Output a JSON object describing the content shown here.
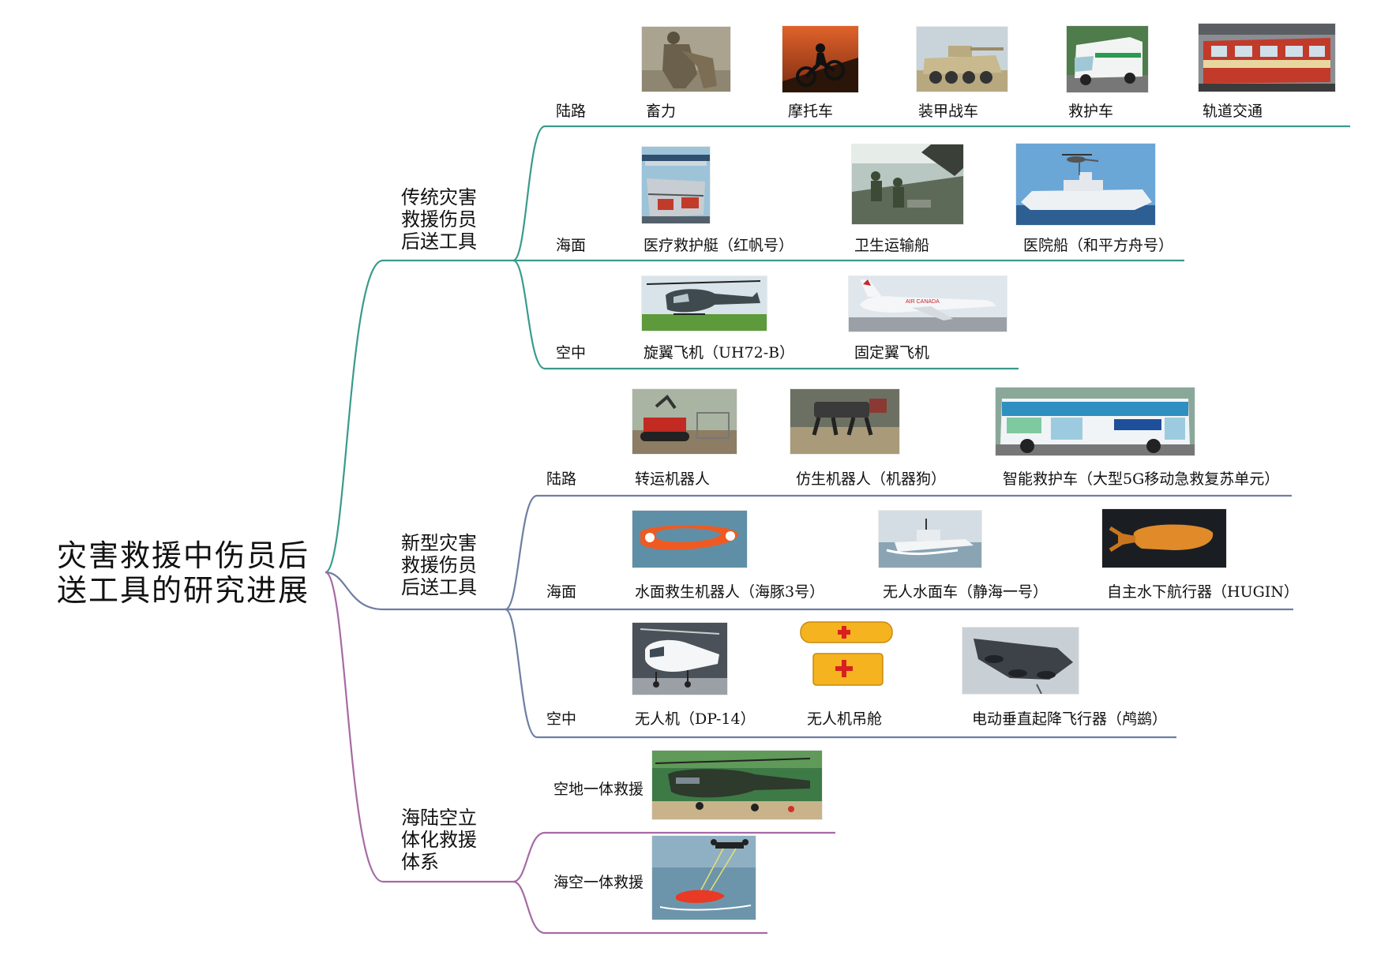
{
  "diagram": {
    "root": {
      "line1": "灾害救援中伤员后",
      "line2": "送工具的研究进展"
    },
    "categories": [
      {
        "lines": [
          "传统灾害",
          "救援伤员",
          "后送工具"
        ],
        "color": "#3a9a8c",
        "groups": [
          {
            "label": "陆路",
            "items": [
              {
                "caption": "畜力",
                "icon": "soldiers-carrying-photo"
              },
              {
                "caption": "摩托车",
                "icon": "motorcycle-photo"
              },
              {
                "caption": "装甲战车",
                "icon": "armored-vehicle-photo"
              },
              {
                "caption": "救护车",
                "icon": "ambulance-photo"
              },
              {
                "caption": "轨道交通",
                "icon": "train-photo"
              }
            ]
          },
          {
            "label": "海面",
            "items": [
              {
                "caption": "医疗救护艇（红帆号）",
                "icon": "rescue-boat-photo"
              },
              {
                "caption": "卫生运输船",
                "icon": "transport-ship-photo"
              },
              {
                "caption": "医院船（和平方舟号）",
                "icon": "hospital-ship-photo"
              }
            ]
          },
          {
            "label": "空中",
            "items": [
              {
                "caption": "旋翼飞机（UH72-B）",
                "icon": "helicopter-photo"
              },
              {
                "caption": "固定翼飞机",
                "icon": "airliner-photo"
              }
            ]
          }
        ]
      },
      {
        "lines": [
          "新型灾害",
          "救援伤员",
          "后送工具"
        ],
        "color": "#6e7ea2",
        "groups": [
          {
            "label": "陆路",
            "items": [
              {
                "caption": "转运机器人",
                "icon": "transport-robot-photo"
              },
              {
                "caption": "仿生机器人（机器狗）",
                "icon": "robot-dog-photo"
              },
              {
                "caption": "智能救护车（大型5G移动急救复苏单元）",
                "icon": "smart-ambulance-bus-photo"
              }
            ]
          },
          {
            "label": "海面",
            "items": [
              {
                "caption": "水面救生机器人（海豚3号）",
                "icon": "rescue-robot-buoy-photo"
              },
              {
                "caption": "无人水面车（静海一号）",
                "icon": "unmanned-surface-vehicle-photo"
              },
              {
                "caption": "自主水下航行器（HUGIN）",
                "icon": "underwater-vehicle-photo"
              }
            ]
          },
          {
            "label": "空中",
            "items": [
              {
                "caption": "无人机（DP-14）",
                "icon": "drone-helicopter-photo"
              },
              {
                "caption": "无人机吊舱",
                "icon": "drone-pod-photo"
              },
              {
                "caption": "电动垂直起降飞行器（鸬鹚）",
                "icon": "evtol-photo"
              }
            ]
          }
        ]
      },
      {
        "lines": [
          "海陆空立",
          "体化救援",
          "体系"
        ],
        "color": "#a66aa6",
        "groups": [
          {
            "label": "空地一体救援",
            "items": [
              {
                "caption": "",
                "icon": "air-ground-rescue-photo"
              }
            ]
          },
          {
            "label": "海空一体救援",
            "items": [
              {
                "caption": "",
                "icon": "sea-air-rescue-photo"
              }
            ]
          }
        ]
      }
    ]
  }
}
